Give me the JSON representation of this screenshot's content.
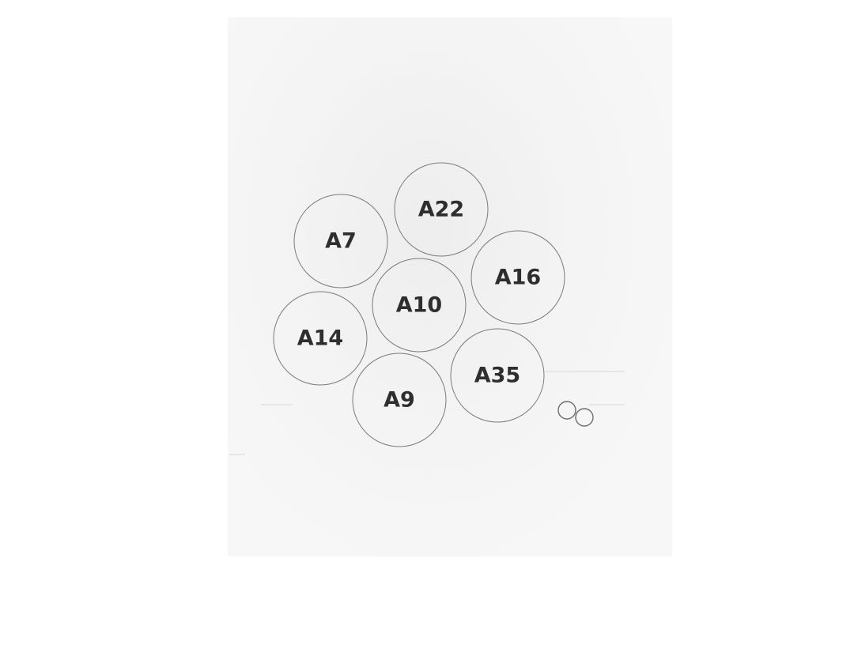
{
  "circles": [
    {
      "id": "c-a22",
      "label": "A22"
    },
    {
      "id": "c-a7",
      "label": "A7"
    },
    {
      "id": "c-a16",
      "label": "A16"
    },
    {
      "id": "c-a10",
      "label": "A10"
    },
    {
      "id": "c-a14",
      "label": "A14"
    },
    {
      "id": "c-a35",
      "label": "A35"
    },
    {
      "id": "c-a9",
      "label": "A9"
    }
  ]
}
